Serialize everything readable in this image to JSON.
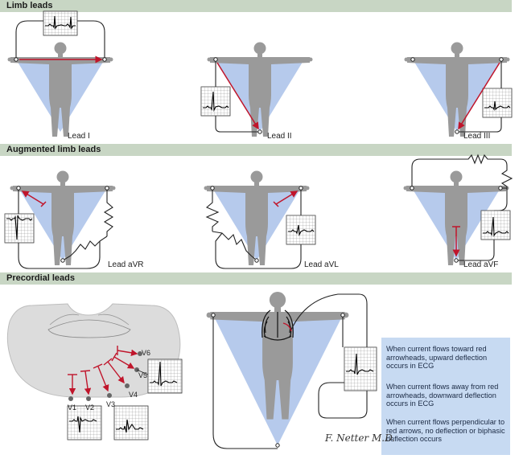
{
  "sections": {
    "limb": "Limb leads",
    "augmented": "Augmented limb leads",
    "precordial": "Precordial leads"
  },
  "leads": {
    "I": "Lead I",
    "II": "Lead II",
    "III": "Lead III",
    "aVR": "Lead aVR",
    "aVL": "Lead aVL",
    "aVF": "Lead aVF"
  },
  "precordial_labels": {
    "v1": "V1",
    "v2": "V2",
    "v3": "V3",
    "v4": "V4",
    "v5": "V5",
    "v6": "V6"
  },
  "notes": {
    "toward": "When current flows toward red arrowheads, upward deflection occurs in ECG",
    "away": "When current flows away from red arrowheads, downward deflection occurs in ECG",
    "perpendicular": "When current flows perpendicular to red arrows, no deflection or biphasic deflection occurs"
  },
  "signature": "F. Netter M.D.",
  "colors": {
    "band": "#c8d6c4",
    "triangle": "#9db8e6",
    "figure": "#9a9a9a",
    "arrow": "#c0152b",
    "note_box": "#c7daf2"
  }
}
